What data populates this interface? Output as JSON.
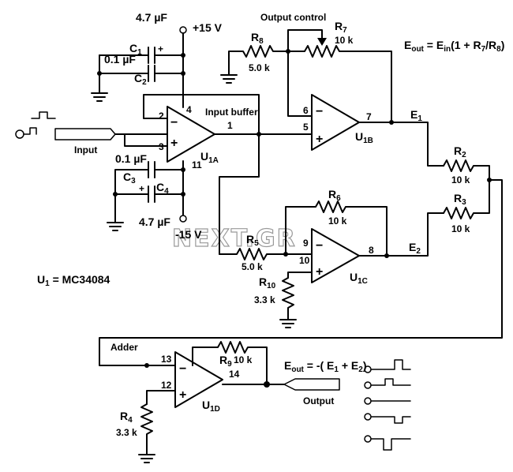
{
  "watermark": "NEXT.GR",
  "rails": {
    "pos": "+15 V",
    "neg": "-15 V"
  },
  "caps": {
    "c1": {
      "name": "C",
      "sub": "1",
      "value": "4.7 µF"
    },
    "c2": {
      "name": "C",
      "sub": "2",
      "value": "0.1 µF"
    },
    "c3": {
      "name": "C",
      "sub": "3",
      "value": "0.1 µF"
    },
    "c4": {
      "name": "C",
      "sub": "4",
      "value": "4.7 µF"
    },
    "plus": "+"
  },
  "resistors": {
    "r2": {
      "name": "R",
      "sub": "2",
      "value": "10 k"
    },
    "r3": {
      "name": "R",
      "sub": "3",
      "value": "10 k"
    },
    "r4": {
      "name": "R",
      "sub": "4",
      "value": "3.3 k"
    },
    "r5": {
      "name": "R",
      "sub": "5",
      "value": "5.0 k"
    },
    "r6": {
      "name": "R",
      "sub": "6",
      "value": "10 k"
    },
    "r7": {
      "name": "R",
      "sub": "7",
      "value": "10 k"
    },
    "r8": {
      "name": "R",
      "sub": "8",
      "value": "5.0 k"
    },
    "r9": {
      "name": "R",
      "sub": "9",
      "value": "10 k"
    },
    "r10": {
      "name": "R",
      "sub": "10",
      "value": "3.3 k"
    }
  },
  "opamps": {
    "u1a": {
      "name": "U",
      "sub": "1A",
      "inv": "2",
      "noninv": "3",
      "out": "1",
      "vpos": "4",
      "vneg": "11"
    },
    "u1b": {
      "name": "U",
      "sub": "1B",
      "inv": "6",
      "noninv": "5",
      "out": "7"
    },
    "u1c": {
      "name": "U",
      "sub": "1C",
      "inv": "9",
      "noninv": "10",
      "out": "8"
    },
    "u1d": {
      "name": "U",
      "sub": "1D",
      "inv": "13",
      "noninv": "12",
      "out": "14"
    },
    "minus": "−",
    "plus": "+"
  },
  "labels": {
    "output_control": "Output control",
    "input_buffer": "Input buffer",
    "input": "Input",
    "output": "Output",
    "adder": "Adder",
    "u1_part_pre": "U",
    "u1_part_sub": "1",
    "u1_part_post": " = MC34084",
    "e1_pre": "E",
    "e1_sub": "1",
    "e2_pre": "E",
    "e2_sub": "2"
  },
  "equations": {
    "eq1_a": "E",
    "eq1_a_sub": "out",
    "eq1_b": " = E",
    "eq1_b_sub": "in",
    "eq1_c": "(1 + R",
    "eq1_c_sub": "7",
    "eq1_d": "/R",
    "eq1_d_sub": "8",
    "eq1_e": ")",
    "eq2_a": "E",
    "eq2_a_sub": "out",
    "eq2_b": " = -( E",
    "eq2_b_sub": "1",
    "eq2_c": " + E",
    "eq2_c_sub": "2",
    "eq2_d": ")"
  }
}
